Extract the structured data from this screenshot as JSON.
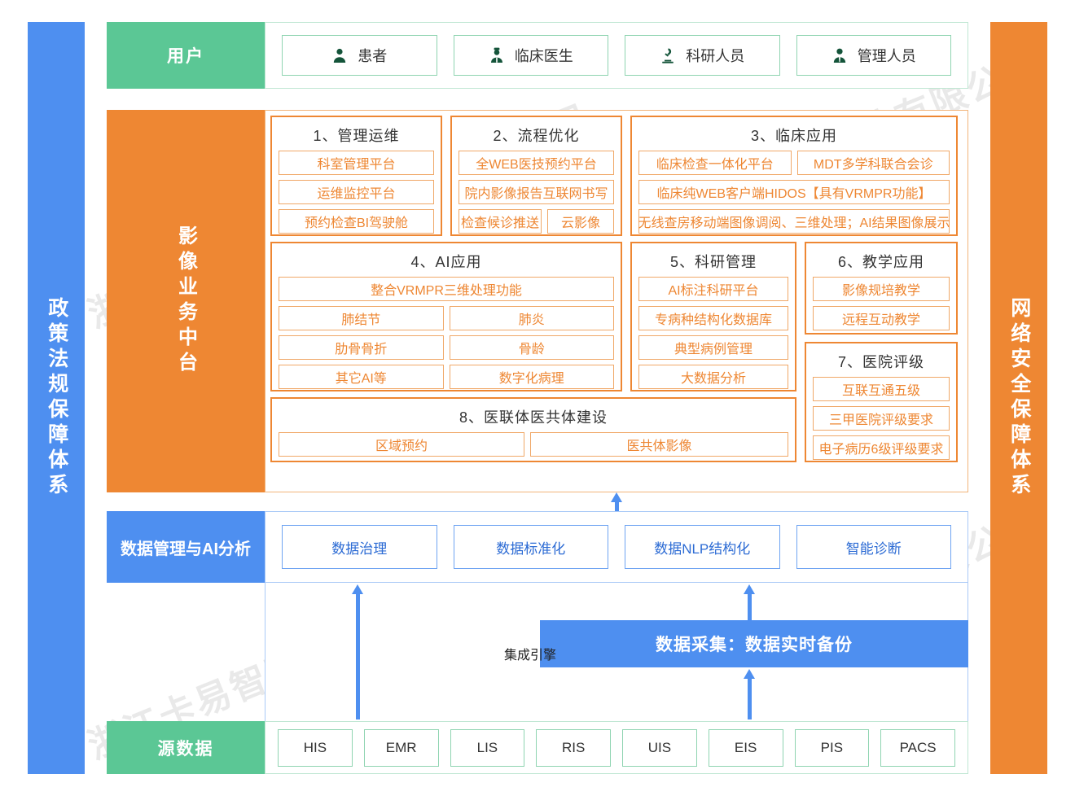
{
  "pillars": {
    "left": "政策法规保障体系",
    "right": "网络安全保障体系"
  },
  "watermark": "浙江卡易智慧医疗科技有限公司",
  "colors": {
    "green": "#5BC795",
    "orange": "#EE8733",
    "blue": "#4E8FF0",
    "orange_text": "#EE8733",
    "blue_text": "#2C6BD4"
  },
  "user_band": {
    "label": "用户",
    "items": [
      {
        "label": "患者",
        "icon": "person-icon"
      },
      {
        "label": "临床医生",
        "icon": "doctor-icon"
      },
      {
        "label": "科研人员",
        "icon": "microscope-icon"
      },
      {
        "label": "管理人员",
        "icon": "manager-icon"
      }
    ]
  },
  "platform_band": {
    "label": "影像业务中台",
    "groups": [
      {
        "id": "g1",
        "title": "1、管理运维",
        "rows": [
          [
            "科室管理平台"
          ],
          [
            "运维监控平台"
          ],
          [
            "预约检查BI驾驶舱"
          ]
        ]
      },
      {
        "id": "g2",
        "title": "2、流程优化",
        "rows": [
          [
            "全WEB医技预约平台"
          ],
          [
            "院内影像报告互联网书写"
          ],
          [
            "检查候诊推送",
            "云影像"
          ]
        ]
      },
      {
        "id": "g3",
        "title": "3、临床应用",
        "rows": [
          [
            "临床检查一体化平台",
            "MDT多学科联合会诊"
          ],
          [
            "临床纯WEB客户端HIDOS【具有VRMPR功能】"
          ],
          [
            "无线查房移动端图像调阅、三维处理；AI结果图像展示"
          ]
        ]
      },
      {
        "id": "g4",
        "title": "4、AI应用",
        "rows": [
          [
            "整合VRMPR三维处理功能"
          ],
          [
            "肺结节",
            "肺炎"
          ],
          [
            "肋骨骨折",
            "骨龄"
          ],
          [
            "其它AI等",
            "数字化病理"
          ]
        ]
      },
      {
        "id": "g5",
        "title": "5、科研管理",
        "rows": [
          [
            "AI标注科研平台"
          ],
          [
            "专病种结构化数据库"
          ],
          [
            "典型病例管理"
          ],
          [
            "大数据分析"
          ]
        ]
      },
      {
        "id": "g6",
        "title": "6、教学应用",
        "rows": [
          [
            "影像规培教学"
          ],
          [
            "远程互动教学"
          ]
        ]
      },
      {
        "id": "g7",
        "title": "7、医院评级",
        "rows": [
          [
            "互联互通五级"
          ],
          [
            "三甲医院评级要求"
          ],
          [
            "电子病历6级评级要求"
          ]
        ]
      },
      {
        "id": "g8",
        "title": "8、医联体医共体建设",
        "rows": [
          [
            "区域预约",
            "医共体影像"
          ]
        ]
      }
    ]
  },
  "data_band": {
    "label": "数据管理与AI分析",
    "items": [
      "数据治理",
      "数据标准化",
      "数据NLP结构化",
      "智能诊断"
    ]
  },
  "middle": {
    "engine_label": "集成引擎",
    "collect_label": "数据采集：数据实时备份"
  },
  "source_band": {
    "label": "源数据",
    "items": [
      "HIS",
      "EMR",
      "LIS",
      "RIS",
      "UIS",
      "EIS",
      "PIS",
      "PACS"
    ]
  }
}
